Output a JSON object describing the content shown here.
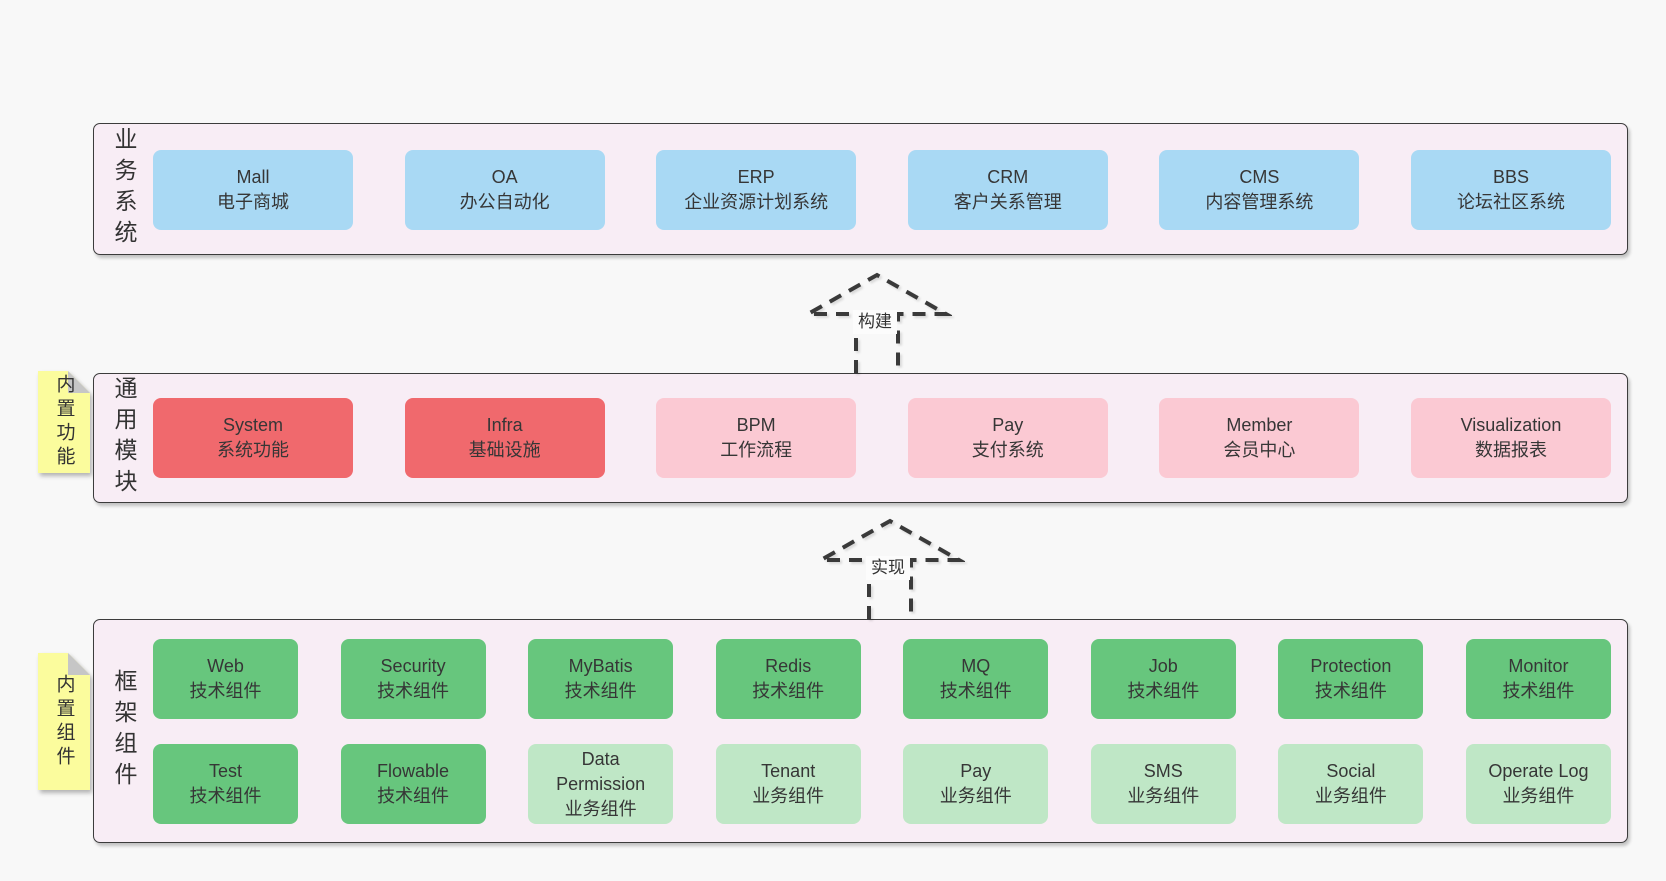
{
  "colors": {
    "page_bg": "#f8f8f8",
    "panel_bg": "#f8edf5",
    "panel_border": "#3c3c3c",
    "blue": "#a9d9f4",
    "red": "#f0696d",
    "pink": "#fbc9d3",
    "green": "#67c67d",
    "green_light": "#bfe7c6",
    "sticky_yellow": "#fbfc9d",
    "sticky_fold": "#c6c6c6",
    "arrow": "#3a3a3a",
    "text": "#363636"
  },
  "panels": [
    {
      "label": "业务系统",
      "boxes": [
        {
          "title": "Mall",
          "subtitle": "电子商城",
          "variant": "blue"
        },
        {
          "title": "OA",
          "subtitle": "办公自动化",
          "variant": "blue"
        },
        {
          "title": "ERP",
          "subtitle": "企业资源计划系统",
          "variant": "blue"
        },
        {
          "title": "CRM",
          "subtitle": "客户关系管理",
          "variant": "blue"
        },
        {
          "title": "CMS",
          "subtitle": "内容管理系统",
          "variant": "blue"
        },
        {
          "title": "BBS",
          "subtitle": "论坛社区系统",
          "variant": "blue"
        }
      ]
    },
    {
      "label": "通用模块",
      "sticky": "内置功能",
      "boxes": [
        {
          "title": "System",
          "subtitle": "系统功能",
          "variant": "red"
        },
        {
          "title": "Infra",
          "subtitle": "基础设施",
          "variant": "red"
        },
        {
          "title": "BPM",
          "subtitle": "工作流程",
          "variant": "pink"
        },
        {
          "title": "Pay",
          "subtitle": "支付系统",
          "variant": "pink"
        },
        {
          "title": "Member",
          "subtitle": "会员中心",
          "variant": "pink"
        },
        {
          "title": "Visualization",
          "subtitle": "数据报表",
          "variant": "pink"
        }
      ]
    },
    {
      "label": "框架组件",
      "sticky": "内置组件",
      "rows": [
        [
          {
            "title": "Web",
            "subtitle": "技术组件",
            "variant": "green"
          },
          {
            "title": "Security",
            "subtitle": "技术组件",
            "variant": "green"
          },
          {
            "title": "MyBatis",
            "subtitle": "技术组件",
            "variant": "green"
          },
          {
            "title": "Redis",
            "subtitle": "技术组件",
            "variant": "green"
          },
          {
            "title": "MQ",
            "subtitle": "技术组件",
            "variant": "green"
          },
          {
            "title": "Job",
            "subtitle": "技术组件",
            "variant": "green"
          },
          {
            "title": "Protection",
            "subtitle": "技术组件",
            "variant": "green"
          },
          {
            "title": "Monitor",
            "subtitle": "技术组件",
            "variant": "green"
          }
        ],
        [
          {
            "title": "Test",
            "subtitle": "技术组件",
            "variant": "green"
          },
          {
            "title": "Flowable",
            "subtitle": "技术组件",
            "variant": "green"
          },
          {
            "title": "Data Permission",
            "subtitle": "业务组件",
            "variant": "green-light"
          },
          {
            "title": "Tenant",
            "subtitle": "业务组件",
            "variant": "green-light"
          },
          {
            "title": "Pay",
            "subtitle": "业务组件",
            "variant": "green-light"
          },
          {
            "title": "SMS",
            "subtitle": "业务组件",
            "variant": "green-light"
          },
          {
            "title": "Social",
            "subtitle": "业务组件",
            "variant": "green-light"
          },
          {
            "title": "Operate Log",
            "subtitle": "业务组件",
            "variant": "green-light"
          }
        ]
      ]
    }
  ],
  "arrows": [
    {
      "label": "构建"
    },
    {
      "label": "实现"
    }
  ]
}
